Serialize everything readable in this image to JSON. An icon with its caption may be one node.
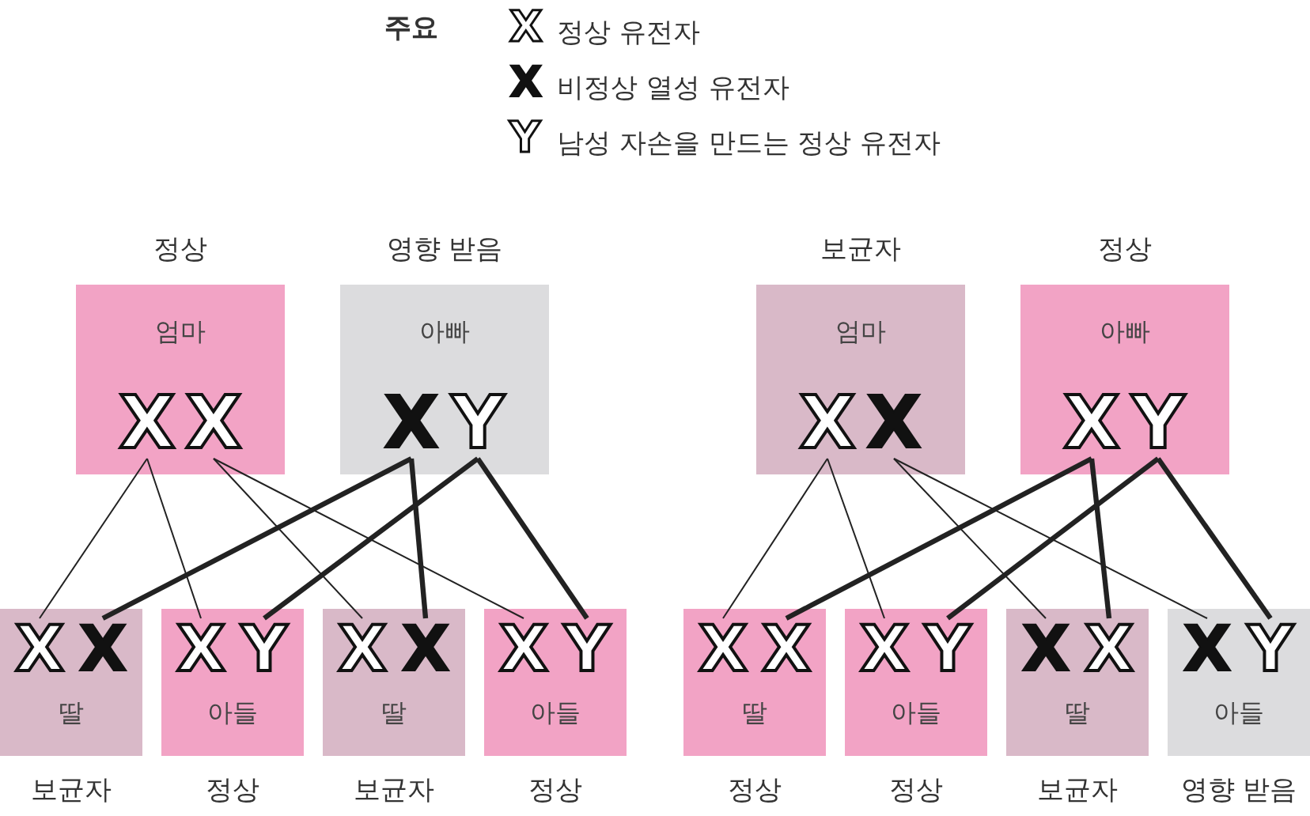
{
  "diagram": {
    "nodes": [
      {
        "text": [
          "정상",
          "엄마"
        ]
      },
      {
        "text": [
          "X"
        ],
        "in": 0
      },
      {
        "text": [
          "X"
        ],
        "in": 0
      },
      {
        "text": [
          "영향 받음",
          "아빠"
        ]
      },
      {
        "text": [
          "X"
        ],
        "in": 3
      },
      {
        "text": [
          "Y"
        ],
        "in": 3
      },
      {
        "text": [
          "보균자",
          "엄마"
        ]
      },
      {
        "text": [
          "X"
        ],
        "in": 6
      },
      {
        "text": [
          "X"
        ],
        "in": 6
      },
      {
        "text": [
          "정상",
          "아빠"
        ]
      },
      {
        "text": [
          "X"
        ],
        "in": 9
      },
      {
        "text": [
          "Y"
        ],
        "in": 9
      },
      {
        "text": [
          "딸"
        ],
        "beside": [
          "보균자"
        ]
      },
      {
        "text": [
          "X"
        ],
        "in": 12
      },
      {
        "text": [
          "X"
        ],
        "in": 12
      },
      {
        "text": [
          "아들"
        ],
        "beside": [
          "정상"
        ]
      },
      {
        "text": [
          "X"
        ],
        "in": 15
      },
      {
        "text": [
          "Y"
        ],
        "in": 15
      },
      {
        "text": [
          "딸"
        ],
        "beside": [
          "보균자"
        ]
      },
      {
        "text": [
          "X"
        ],
        "in": 18
      },
      {
        "text": [
          "X"
        ],
        "in": 18
      },
      {
        "text": [
          "아들"
        ],
        "beside": [
          "정상"
        ]
      },
      {
        "text": [
          "X"
        ],
        "in": 21
      },
      {
        "text": [
          "Y"
        ],
        "in": 21
      },
      {
        "text": [
          "딸"
        ],
        "beside": [
          "정상"
        ]
      },
      {
        "text": [
          "X"
        ],
        "in": 24
      },
      {
        "text": [
          "X"
        ],
        "in": 24
      },
      {
        "text": [
          "아들"
        ],
        "beside": [
          "정상"
        ]
      },
      {
        "text": [
          "X"
        ],
        "in": 27
      },
      {
        "text": [
          "Y"
        ],
        "in": 27
      },
      {
        "text": [
          "딸"
        ],
        "beside": [
          "보균자"
        ]
      },
      {
        "text": [
          "X"
        ],
        "in": 30
      },
      {
        "text": [
          "X"
        ],
        "in": 30
      },
      {
        "text": [
          "아들"
        ],
        "beside": [
          "영향 받음"
        ]
      },
      {
        "text": [
          "X"
        ],
        "in": 33
      },
      {
        "text": [
          "Y"
        ],
        "in": 33
      }
    ],
    "edges": [
      {
        "from": 1,
        "to": 13,
        "arrow": "none"
      },
      {
        "from": 1,
        "to": 16,
        "arrow": "none"
      },
      {
        "from": 2,
        "to": 19,
        "arrow": "none"
      },
      {
        "from": 2,
        "to": 22,
        "arrow": "none"
      },
      {
        "from": 4,
        "to": 14,
        "arrow": "none",
        "style": "thick"
      },
      {
        "from": 4,
        "to": 20,
        "arrow": "none",
        "style": "thick"
      },
      {
        "from": 5,
        "to": 17,
        "arrow": "none",
        "style": "thick"
      },
      {
        "from": 5,
        "to": 23,
        "arrow": "none",
        "style": "thick"
      },
      {
        "from": 7,
        "to": 25,
        "arrow": "none"
      },
      {
        "from": 7,
        "to": 28,
        "arrow": "none"
      },
      {
        "from": 8,
        "to": 31,
        "arrow": "none"
      },
      {
        "from": 8,
        "to": 34,
        "arrow": "none"
      },
      {
        "from": 10,
        "to": 26,
        "arrow": "none",
        "style": "thick"
      },
      {
        "from": 10,
        "to": 32,
        "arrow": "none",
        "style": "thick"
      },
      {
        "from": 11,
        "to": 29,
        "arrow": "none",
        "style": "thick"
      },
      {
        "from": 11,
        "to": 35,
        "arrow": "none",
        "style": "thick"
      }
    ],
    "labels": [
      "주요",
      "X",
      "X",
      "Y"
    ],
    "legend": [
      {
        "text": "정상 유전자"
      },
      {
        "text": "비정상 열성 유전자"
      },
      {
        "text": "남성 자손을 만드는 정상 유전자"
      }
    ]
  }
}
